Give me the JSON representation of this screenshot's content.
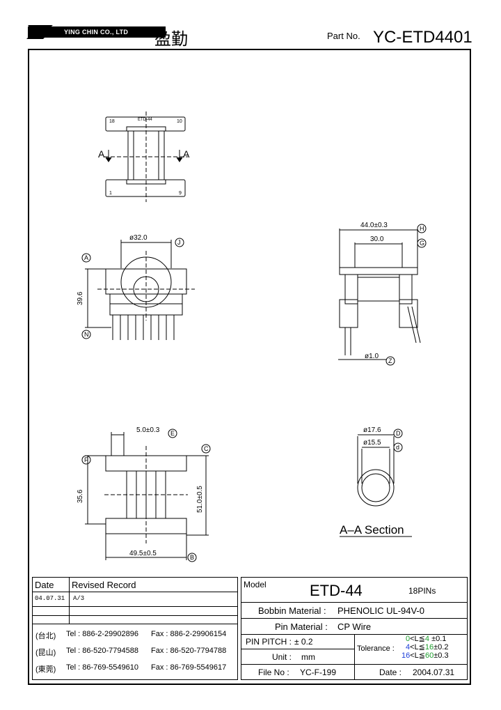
{
  "header": {
    "company": "YING CHIN CO., LTD",
    "company_cn": "盈勤",
    "part_no_label": "Part No.",
    "part_no": "YC-ETD4401"
  },
  "drawing": {
    "section_title": "A–A Section",
    "section_marker": "A",
    "pin_labels": {
      "p18": "18",
      "p10": "10",
      "p1": "1",
      "p9": "9"
    },
    "engraving": "ETD-44",
    "dims": {
      "phi32": "ø32.0",
      "d396": "39.6",
      "d440": "44.0±0.3",
      "d300": "30.0",
      "phi10": "ø1.0",
      "d50": "5.0±0.3",
      "d356": "35.6",
      "d510": "51.0±0.5",
      "d495": "49.5±0.5",
      "phi176": "ø17.6",
      "phi155": "ø15.5"
    },
    "callouts": {
      "A": "A",
      "B": "B",
      "C": "C",
      "D": "D",
      "d": "d",
      "E": "E",
      "F": "F",
      "G": "G",
      "H": "H",
      "J": "J",
      "N": "N",
      "Z": "Z"
    }
  },
  "record": {
    "col_date": "Date",
    "col_record": "Revised Record",
    "rows": [
      {
        "date": "04.07.31",
        "record": "A/3"
      }
    ]
  },
  "contacts": [
    {
      "loc": "(台北)",
      "tel": "Tel : 886-2-29902896",
      "fax": "Fax : 886-2-29906154"
    },
    {
      "loc": "(昆山)",
      "tel": "Tel : 86-520-7794588",
      "fax": "Fax : 86-520-7794788"
    },
    {
      "loc": "(東莞)",
      "tel": "Tel : 86-769-5549610",
      "fax": "Fax : 86-769-5549617"
    }
  ],
  "spec": {
    "model_label": "Model",
    "model": "ETD-44",
    "pins": "18PINs",
    "bobbin_label": "Bobbin Material :",
    "bobbin": "PHENOLIC UL-94V-0",
    "pin_mat_label": "Pin Material :",
    "pin_mat": "CP Wire",
    "pitch_label": "PIN PITCH :",
    "pitch": "± 0.2",
    "unit_label": "Unit :",
    "unit": "mm",
    "tolerance_label": "Tolerance :",
    "tol1_lo": "0",
    "tol1_mid": "<L≦",
    "tol1_hi": "4",
    "tol1_val": "±0.1",
    "tol2_lo": "4",
    "tol2_mid": "<L≦",
    "tol2_hi": "16",
    "tol2_val": "±0.2",
    "tol3_lo": "16",
    "tol3_mid": "<L≦",
    "tol3_hi": "60",
    "tol3_val": "±0.3",
    "file_label": "File No :",
    "file": "YC-F-199",
    "date_label": "Date :",
    "date": "2004.07.31"
  }
}
